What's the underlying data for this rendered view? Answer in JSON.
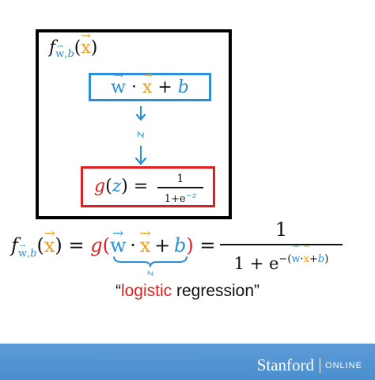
{
  "diagram": {
    "box_function_label": {
      "f": "f",
      "subscript": "w,b",
      "open_paren": "(",
      "x": "x",
      "close_paren": ")"
    },
    "linear_box": {
      "w": "w",
      "dot": "·",
      "x": "x",
      "plus": "+",
      "b": "b"
    },
    "arrow_label": "z",
    "sigmoid_box": {
      "g": "g",
      "open_paren": "(",
      "z": "z",
      "close_paren": ")",
      "equals": "=",
      "numerator": "1",
      "denominator_base": "1+e",
      "denominator_exponent": "−z"
    },
    "main_equation": {
      "f": "f",
      "subscript": "w,b",
      "open_paren": "(",
      "x": "x",
      "close_paren": ")",
      "equals": "=",
      "g": "g",
      "inner_open": "(",
      "w": "w",
      "dot": "·",
      "x2": "x",
      "plus": "+",
      "b": "b",
      "inner_close": ")",
      "equals2": "=",
      "numerator": "1",
      "denominator_base": "1 + e",
      "exp_prefix": "−(",
      "exp_w": "w",
      "exp_dot": "·",
      "exp_x": "x",
      "exp_plus": "+",
      "exp_b": "b",
      "exp_suffix": ")"
    },
    "brace_label": "z",
    "caption": {
      "open_quote": "“",
      "highlight": "logistic",
      "rest": " regression”"
    }
  },
  "footer": {
    "brand_name": "Stanford",
    "brand_suffix": "ONLINE"
  },
  "colors": {
    "blue": "#2b8fd9",
    "orange": "#f29a1a",
    "red": "#e02020",
    "footer": "#4a8fd0"
  }
}
